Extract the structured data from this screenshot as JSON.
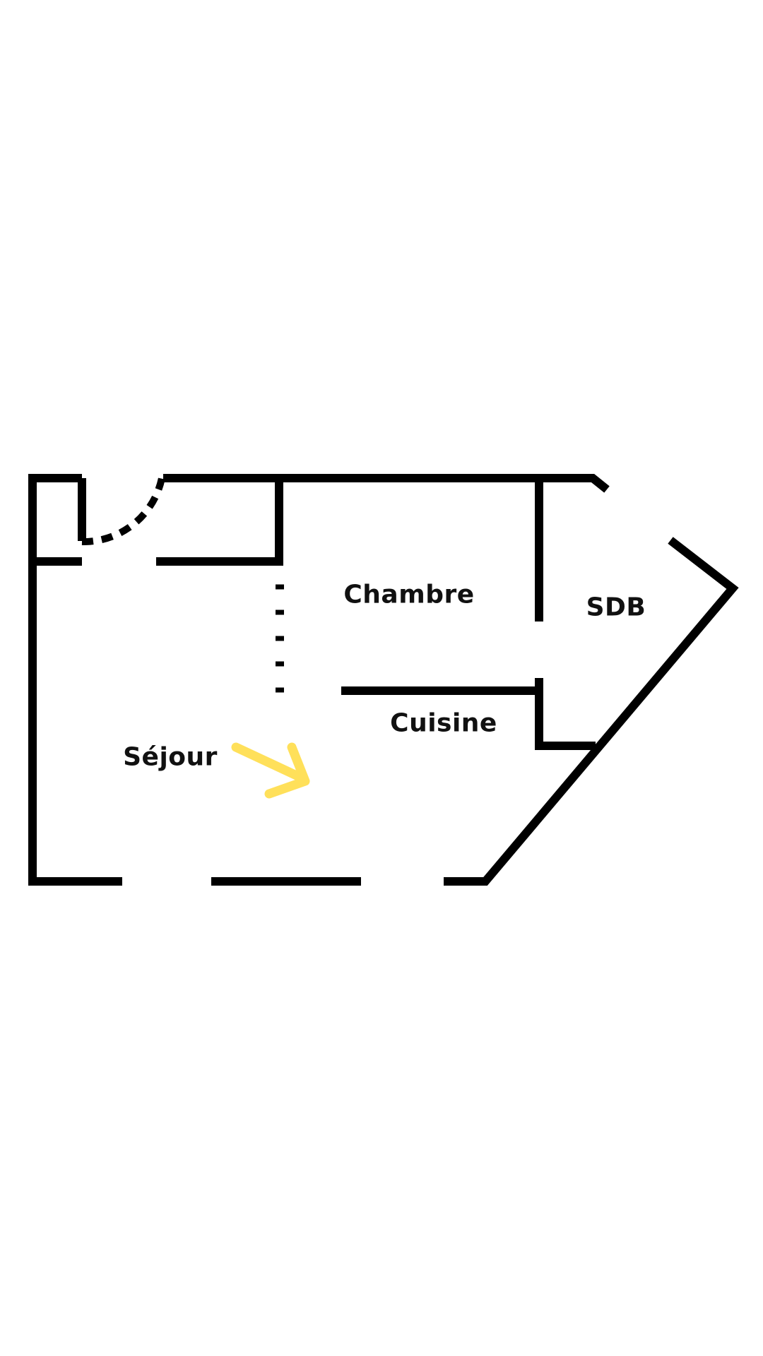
{
  "rooms": {
    "chambre": "Chambre",
    "sdb": "SDB",
    "cuisine": "Cuisine",
    "sejour": "Séjour"
  },
  "colors": {
    "wall": "#000000",
    "arrow": "#FFE05A",
    "background": "#FFFFFF"
  },
  "icons": {
    "entrance_arrow": "arrow-down-right-icon",
    "door_swing": "door-arc-icon"
  }
}
